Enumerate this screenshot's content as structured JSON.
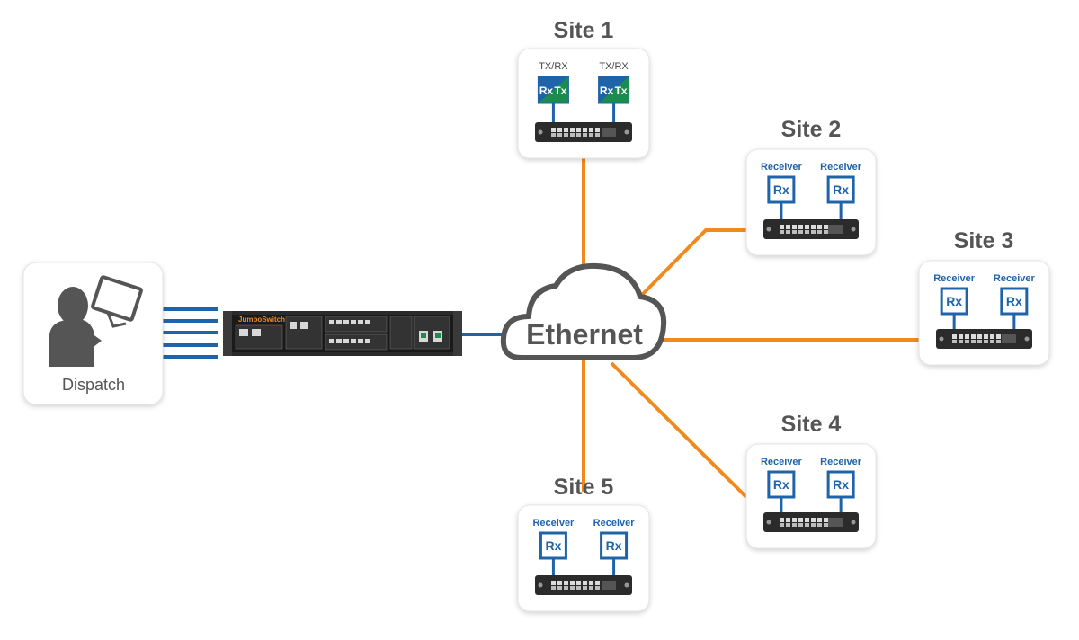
{
  "dispatch": {
    "label": "Dispatch"
  },
  "switch": {
    "brand": "JumboSwitch"
  },
  "network": {
    "label": "Ethernet"
  },
  "sites": [
    {
      "title": "Site 1",
      "units": [
        {
          "label": "TX/RX",
          "rx": "Rx",
          "tx": "Tx"
        },
        {
          "label": "TX/RX",
          "rx": "Rx",
          "tx": "Tx"
        }
      ]
    },
    {
      "title": "Site 2",
      "units": [
        {
          "label": "Receiver",
          "rx": "Rx"
        },
        {
          "label": "Receiver",
          "rx": "Rx"
        }
      ]
    },
    {
      "title": "Site 3",
      "units": [
        {
          "label": "Receiver",
          "rx": "Rx"
        },
        {
          "label": "Receiver",
          "rx": "Rx"
        }
      ]
    },
    {
      "title": "Site 4",
      "units": [
        {
          "label": "Receiver",
          "rx": "Rx"
        },
        {
          "label": "Receiver",
          "rx": "Rx"
        }
      ]
    },
    {
      "title": "Site 5",
      "units": [
        {
          "label": "Receiver",
          "rx": "Rx"
        },
        {
          "label": "Receiver",
          "rx": "Rx"
        }
      ]
    }
  ],
  "colors": {
    "link": "#f08a1c",
    "blue": "#1f63a8",
    "green": "#1a8c4e",
    "device": "#2b2b2b"
  }
}
